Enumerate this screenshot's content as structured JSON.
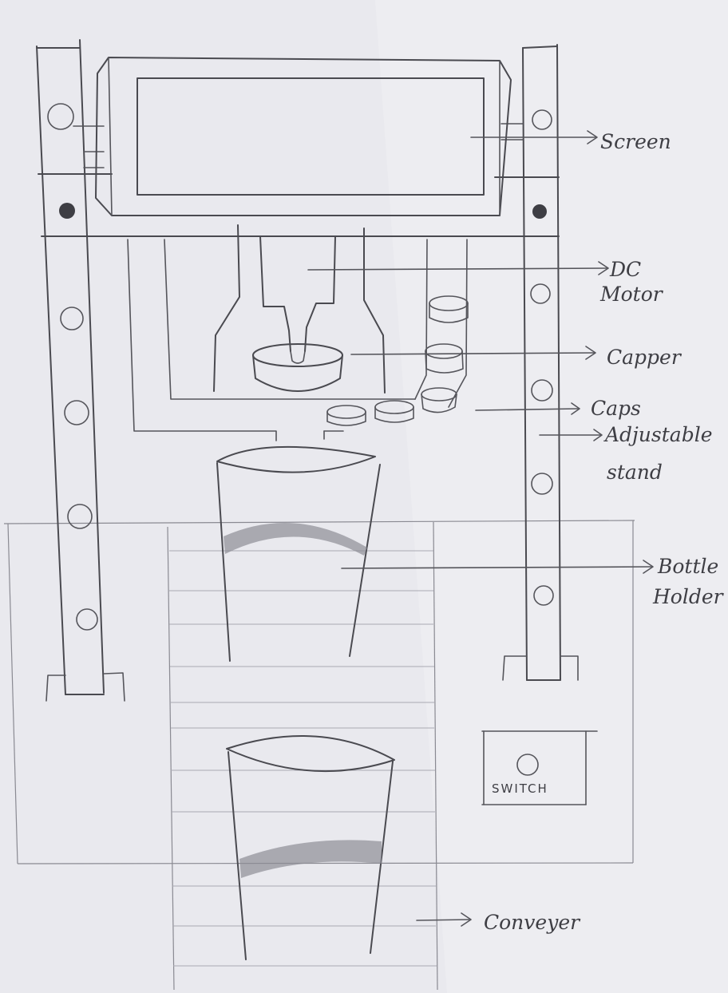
{
  "labels": {
    "screen": "Screen",
    "dc_motor_line1": "DC",
    "dc_motor_line2": "Motor",
    "capper": "Capper",
    "caps": "Caps",
    "stand_line1": "Adjustable",
    "stand_line2": "stand",
    "holder_line1": "Bottle",
    "holder_line2": "Holder",
    "conveyer": "Conveyer",
    "switch": "SWITCH"
  },
  "colors": {
    "paper": "#e9e9ee",
    "pencil": "#4a4a50"
  }
}
